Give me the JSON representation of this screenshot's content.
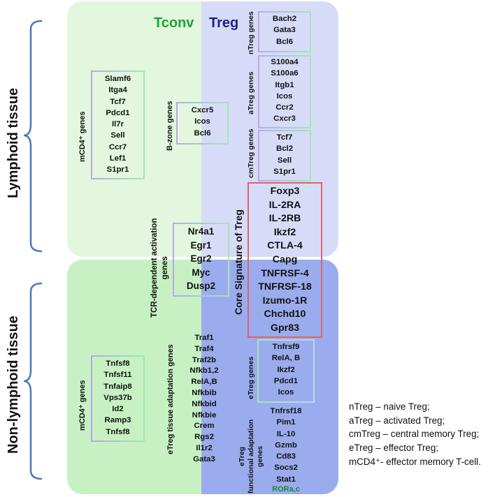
{
  "headers": {
    "tconv": "Tconv",
    "treg": "Treg"
  },
  "side_labels": {
    "lymphoid": "Lymphoid tissue",
    "nonlymphoid": "Non-lymphoid tissue"
  },
  "colors": {
    "tconv_header": "#18a534",
    "treg_header": "#1b1f8c",
    "core_border": "#e0636b",
    "rora": "#1a8a2c"
  },
  "lymphoid": {
    "mcd4": {
      "label": "mCD4⁺ genes",
      "genes": [
        "Slamf6",
        "Itga4",
        "Tcf7",
        "Pdcd1",
        "Il7r",
        "Sell",
        "Ccr7",
        "Lef1",
        "S1pr1"
      ]
    },
    "bzone": {
      "label": "B-zone genes",
      "genes": [
        "Cxcr5",
        "Icos",
        "Bcl6"
      ]
    },
    "ntreg": {
      "label": "nTreg genes",
      "genes": [
        "Bach2",
        "Gata3",
        "Bcl6"
      ]
    },
    "atreg": {
      "label": "aTreg genes",
      "genes": [
        "S100a4",
        "S100a6",
        "Itgb1",
        "Icos",
        "Ccr2",
        "Cxcr3"
      ]
    },
    "cmtreg": {
      "label": "cmTreg genes",
      "genes": [
        "Tcf7",
        "Bcl2",
        "Sell",
        "S1pr1"
      ]
    }
  },
  "tcr": {
    "label": "TCR-dependent activation genes",
    "label_line1": "TCR-dependent activation",
    "label_line2": "genes",
    "genes": [
      "Nr4a1",
      "Egr1",
      "Egr2",
      "Myc",
      "Dusp2"
    ]
  },
  "core": {
    "label": "Core Signature of Treg",
    "genes": [
      "Foxp3",
      "IL-2RA",
      "IL-2RB",
      "Ikzf2",
      "CTLA-4",
      "Capg",
      "TNFRSF-4",
      "TNFRSF-18",
      "Izumo-1R",
      "Chchd10",
      "Gpr83"
    ]
  },
  "nonlymphoid": {
    "mcd4": {
      "label": "mCD4⁺ genes",
      "genes": [
        "Tnfsf8",
        "Tnfsf11",
        "Tnfaip8",
        "Vps37b",
        "Id2",
        "Ramp3",
        "Tnfsf8"
      ]
    },
    "etreg_tissue": {
      "label": "eTreg tissue adaptation genes",
      "genes": [
        "Traf1",
        "Traf4",
        "Traf2b",
        "Nfkb1,2",
        "RelA,B",
        "Nfkbib",
        "Nfkbid",
        "Nfkbie",
        "Crem",
        "Rgs2",
        "Il1r2",
        "Gata3"
      ]
    },
    "etreg": {
      "label": "eTreg genes",
      "genes": [
        "Tnfrsf9",
        "RelA, B",
        "Ikzf2",
        "Pdcd1",
        "Icos"
      ]
    },
    "etreg_func": {
      "label": "eTreg functional adaptation genes",
      "label_line1": "eTreg",
      "label_line2": "functional adaptation",
      "label_line3": "genes",
      "genes": [
        "Tnfrsf18",
        "Pim1",
        "IL-10",
        "Gzmb",
        "Cd83",
        "Socs2",
        "Stat1"
      ],
      "last_gene": "RORa,c"
    }
  },
  "legend": [
    "nTreg – naive Treg;",
    "aTreg – activated Treg;",
    "cmTreg – central memory Treg;",
    "eTreg – effector Treg;",
    "mCD4⁺- effector memory T-cell."
  ]
}
